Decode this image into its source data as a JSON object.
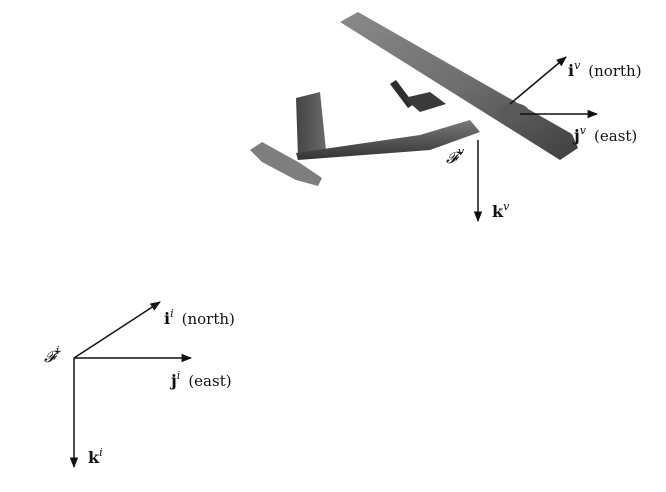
{
  "vehicle_frame": {
    "frame_label": "𝓕",
    "frame_sup": "v",
    "i_axis": {
      "vec": "i",
      "sup": "v",
      "direction": "(north)"
    },
    "j_axis": {
      "vec": "j",
      "sup": "v",
      "direction": "(east)"
    },
    "k_axis": {
      "vec": "k",
      "sup": "v"
    }
  },
  "inertial_frame": {
    "frame_label": "𝓕",
    "frame_sup": "i",
    "i_axis": {
      "vec": "i",
      "sup": "i",
      "direction": "(north)"
    },
    "j_axis": {
      "vec": "j",
      "sup": "i",
      "direction": "(east)"
    },
    "k_axis": {
      "vec": "k",
      "sup": "i"
    }
  },
  "colors": {
    "wing_dark": "#5a5a5a",
    "wing_light": "#9c9c9c",
    "body": "#4a4a4a",
    "axis": "#111111"
  }
}
